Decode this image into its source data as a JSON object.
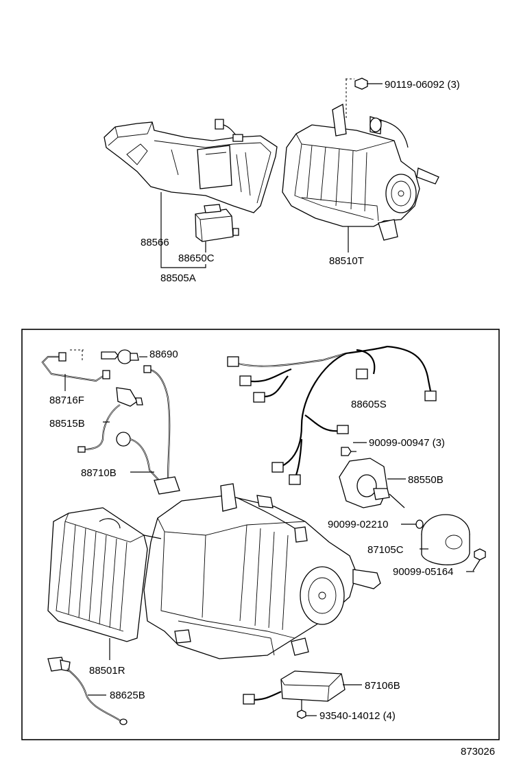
{
  "diagram_code": "873026",
  "top_section": {
    "labels": [
      {
        "id": "bolt-90119",
        "text": "90119-06092 (3)"
      },
      {
        "id": "p88566",
        "text": "88566"
      },
      {
        "id": "p88650c",
        "text": "88650C"
      },
      {
        "id": "p88505a",
        "text": "88505A"
      },
      {
        "id": "p88510t",
        "text": "88510T"
      }
    ]
  },
  "bottom_section": {
    "labels": [
      {
        "id": "p88690",
        "text": "88690"
      },
      {
        "id": "p88716f",
        "text": "88716F"
      },
      {
        "id": "p88515b",
        "text": "88515B"
      },
      {
        "id": "p88710b",
        "text": "88710B"
      },
      {
        "id": "p88605s",
        "text": "88605S"
      },
      {
        "id": "p90099-00947",
        "text": "90099-00947 (3)"
      },
      {
        "id": "p88550b",
        "text": "88550B"
      },
      {
        "id": "p90099-02210",
        "text": "90099-02210"
      },
      {
        "id": "p87105c",
        "text": "87105C"
      },
      {
        "id": "p90099-05164",
        "text": "90099-05164"
      },
      {
        "id": "p88501r",
        "text": "88501R"
      },
      {
        "id": "p88625b",
        "text": "88625B"
      },
      {
        "id": "p87106b",
        "text": "87106B"
      },
      {
        "id": "p93540",
        "text": "93540-14012 (4)"
      }
    ]
  }
}
